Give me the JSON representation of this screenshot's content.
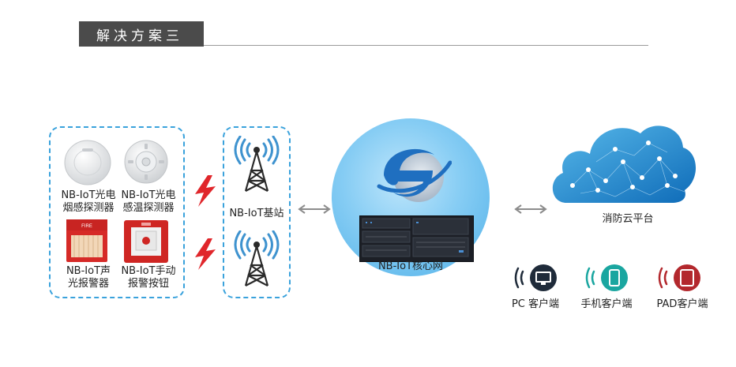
{
  "title": "解决方案三",
  "devices": [
    {
      "line1": "NB-IoT光电",
      "line2": "烟感探测器"
    },
    {
      "line1": "NB-IoT光电",
      "line2": "感温探测器"
    },
    {
      "line1": "NB-IoT声",
      "line2": "光报警器"
    },
    {
      "line1": "NB-IoT手动",
      "line2": "报警按钮"
    }
  ],
  "alarm_text": "FIRE",
  "base_station_label": "NB-IoT基站",
  "core_network_label": "NB-IoT核心网",
  "cloud_label": "消防云平台",
  "clients": [
    {
      "label": "PC 客户端",
      "icon": "pc-monitor-icon",
      "color": "#1f2b3a"
    },
    {
      "label": "手机客户端",
      "icon": "mobile-phone-icon",
      "color": "#1aa6a0"
    },
    {
      "label": "PAD客户端",
      "icon": "tablet-icon",
      "color": "#b3282d"
    }
  ],
  "colors": {
    "accent_blue": "#3aa2dc",
    "lightning_red": "#e0262b",
    "dark_title": "#4b4b4b"
  }
}
